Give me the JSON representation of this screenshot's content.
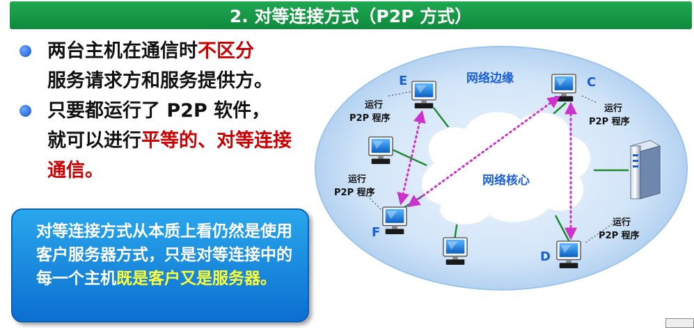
{
  "title": "2. 对等连接方式（P2P 方式）",
  "bullets": [
    {
      "parts": [
        "两台主机在通信时",
        "不区分",
        "服务请求方和服务提供方。"
      ]
    },
    {
      "parts": [
        "只要都运行了 P2P 软件，",
        "就可以进行",
        "平等的、对等连接通信。"
      ]
    }
  ],
  "callout": {
    "normal": "对等连接方式从本质上看仍然是使用客户服务器方式，只是对等连接中的每一个主机",
    "highlight": "既是客户又是服务器。"
  },
  "diagram": {
    "edge_label": "网络边缘",
    "core_label": "网络核心",
    "host_labels": [
      "E",
      "C",
      "F",
      "D"
    ],
    "run_label_line1": "运行",
    "run_label_line2": "P2P 程序"
  },
  "colors": {
    "title_bg": "#139a48",
    "emphasis_red": "#cc0000",
    "callout_bg": "#1a8ee0",
    "callout_highlight": "#ffff33",
    "label_blue": "#1a5fd6",
    "p2p_arrow": "#cc33cc",
    "link_green": "#1e8a2e"
  }
}
